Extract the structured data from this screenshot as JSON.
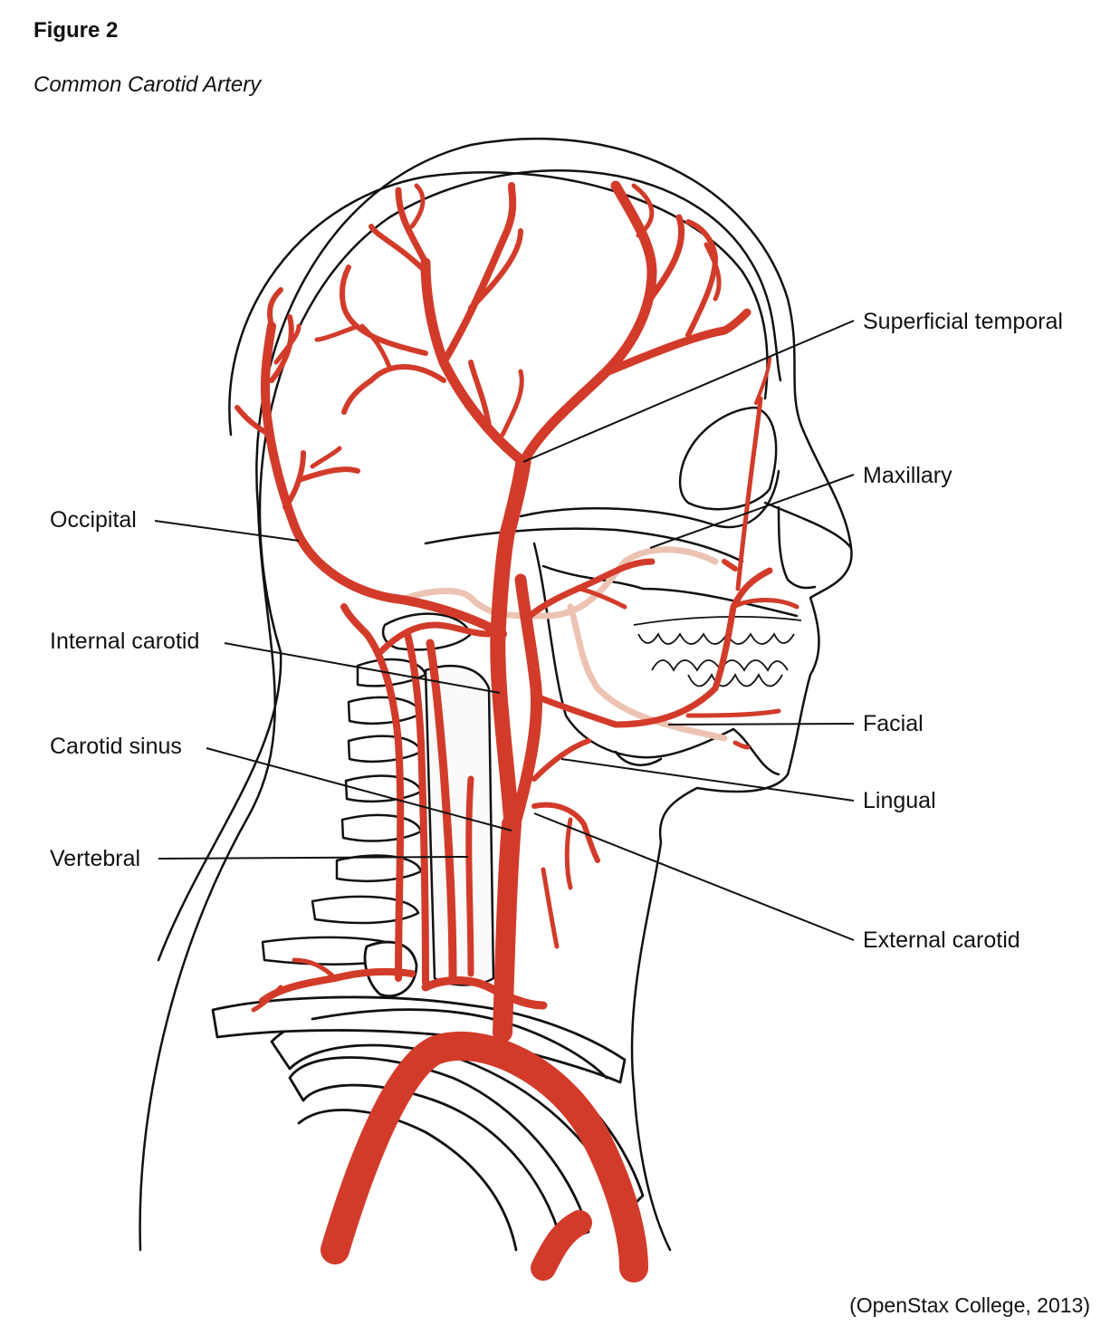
{
  "figure": {
    "number": "Figure 2",
    "title": "Common Carotid Artery",
    "credit": "(OpenStax College, 2013)"
  },
  "labels": {
    "superficial_temporal": "Superficial temporal",
    "maxillary": "Maxillary",
    "occipital": "Occipital",
    "internal_carotid": "Internal carotid",
    "facial": "Facial",
    "carotid_sinus": "Carotid sinus",
    "lingual": "Lingual",
    "vertebral": "Vertebral",
    "external_carotid": "External carotid"
  },
  "colors": {
    "artery": "#d23b2a",
    "artery_dark": "#b02a1d",
    "nerve_pale": "#ecc3b2",
    "outline": "#111111"
  }
}
